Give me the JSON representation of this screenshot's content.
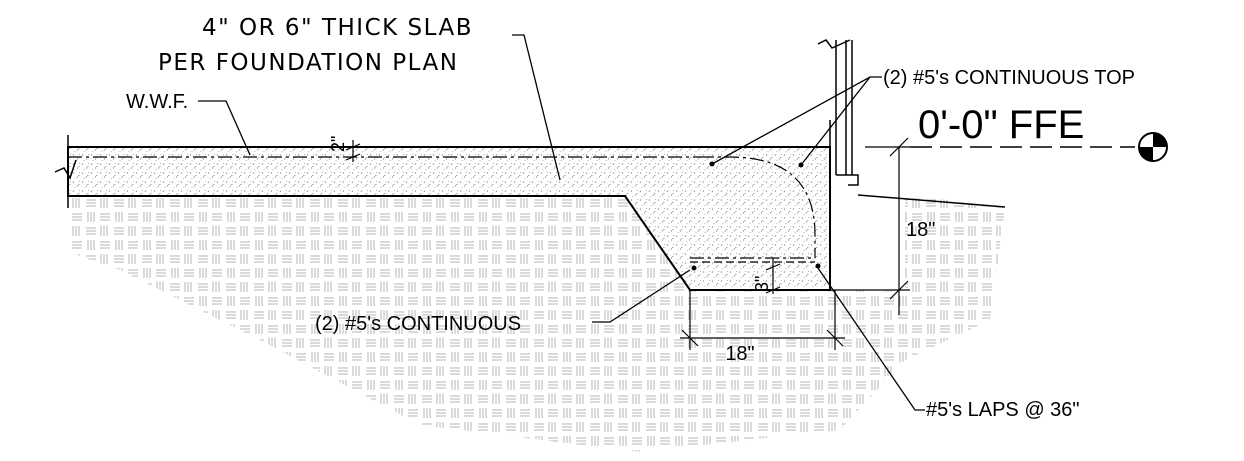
{
  "drawing": {
    "slab_note_line1": "4\" OR 6\" THICK SLAB",
    "slab_note_line2": "PER FOUNDATION PLAN",
    "wwf_label": "W.W.F.",
    "slab_cover_dim": "2\"",
    "top_bars_label": "(2) #5's CONTINUOUS TOP",
    "ffe_label": "0'-0\" FFE",
    "footing_depth_dim": "18\"",
    "bottom_cover_dim": "3\"",
    "bottom_bars_label": "(2) #5's CONTINUOUS",
    "footing_width_dim": "18\"",
    "laps_label": "#5's LAPS @ 36\""
  },
  "colors": {
    "line": "#000000",
    "hatch": "#b4b4b4",
    "stipple": "#9a9a9a"
  },
  "icons": [
    "elevation-target-icon",
    "break-line-icon"
  ]
}
